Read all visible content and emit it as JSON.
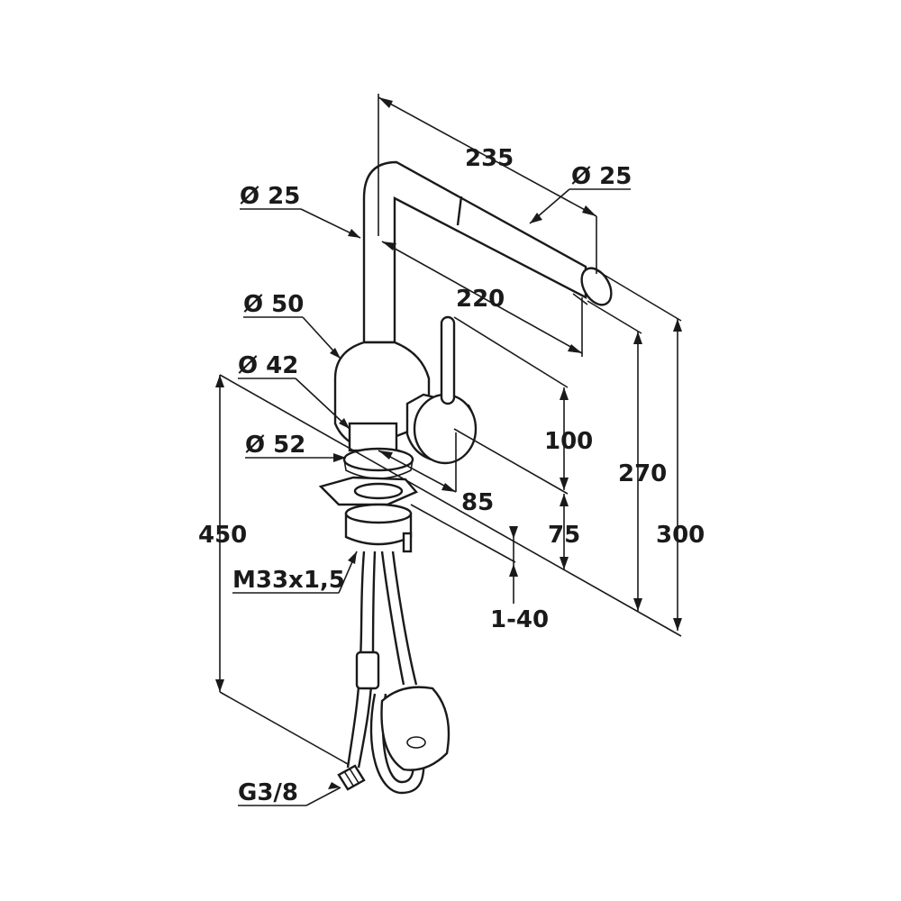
{
  "labels": {
    "spout_length": "235",
    "spout_tip_diameter": "Ø 25",
    "spout_tube_diameter": "Ø 25",
    "reach": "220",
    "body_diameter": "Ø 50",
    "base_diameter": "Ø 42",
    "rosette_diameter": "Ø 52",
    "lever_height": "100",
    "outlet_height": "270",
    "total_height": "300",
    "depth": "85",
    "base_height": "75",
    "installation_height": "450",
    "thread": "M33x1,5",
    "counter_thickness": "1-40",
    "connection": "G3/8"
  }
}
